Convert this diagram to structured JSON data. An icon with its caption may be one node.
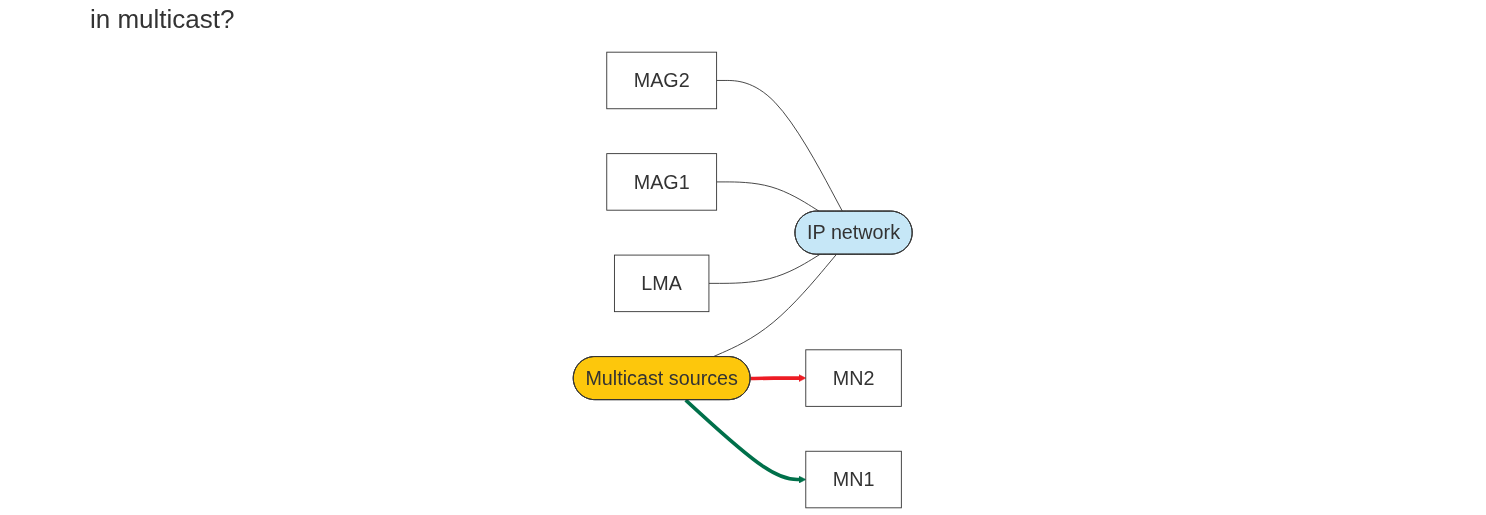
{
  "diagram": {
    "nodes": [
      {
        "text": [
          "Multicast sources"
        ]
      },
      {
        "text": [
          "MN1"
        ]
      },
      {
        "text": [
          "LMA"
        ]
      },
      {
        "text": [
          "MAG1"
        ]
      },
      {
        "text": [
          "IP network"
        ]
      },
      {
        "text": [
          "MN2"
        ]
      },
      {
        "text": [
          "MAG2"
        ]
      }
    ],
    "edges": [
      {
        "from": 0,
        "to": 4,
        "arrow": "none"
      },
      {
        "from": 2,
        "to": 4,
        "arrow": "none"
      },
      {
        "from": 3,
        "to": 4,
        "arrow": "none"
      },
      {
        "from": 6,
        "to": 4,
        "arrow": "none"
      },
      {
        "from": 0,
        "to": 5,
        "arrow": "to",
        "style": "thick",
        "color": "#ed1c24"
      },
      {
        "from": 0,
        "to": 1,
        "arrow": "to",
        "style": "thick",
        "color": "#00704a"
      }
    ],
    "labels": [
      "in multicast?"
    ]
  }
}
